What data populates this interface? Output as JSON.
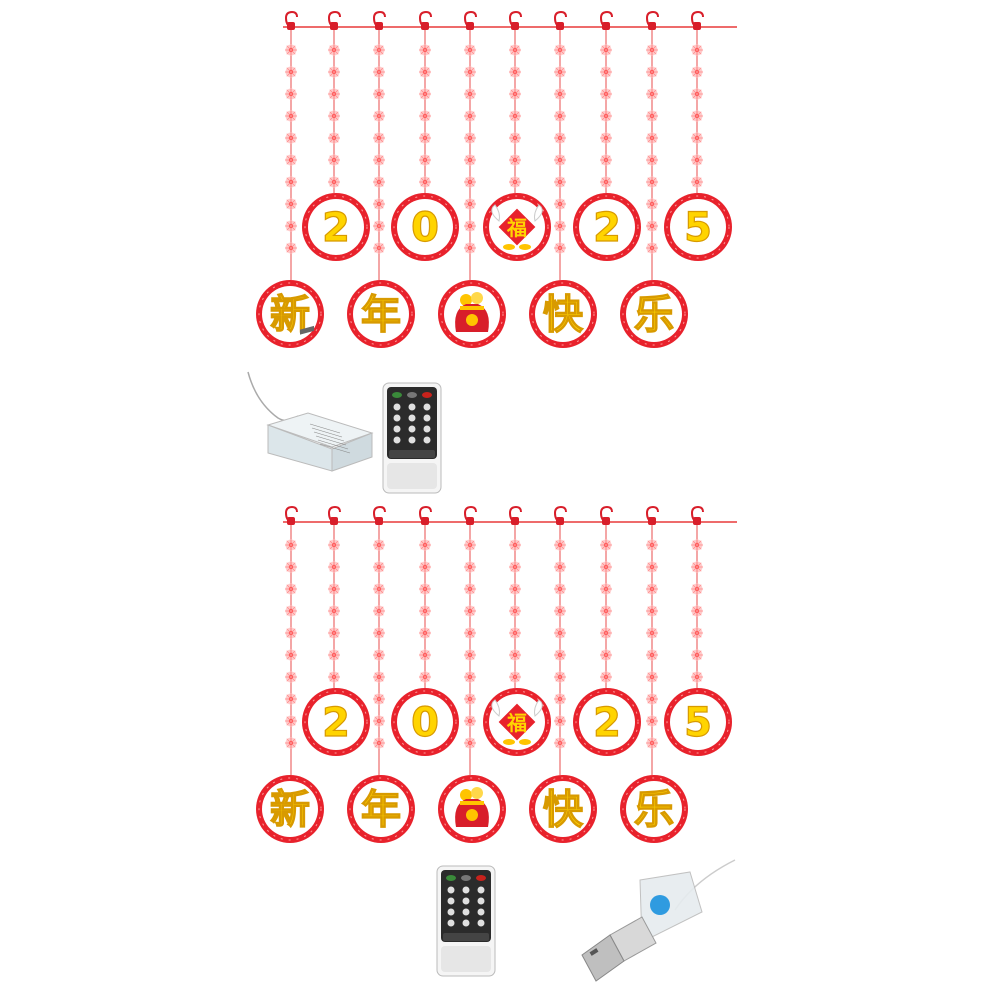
{
  "product": {
    "year_digits": [
      "2",
      "0",
      "",
      "2",
      "5"
    ],
    "greeting_chars": [
      "新",
      "年",
      "",
      "快",
      "乐"
    ],
    "fu_char": "福",
    "colors": {
      "ring_red": "#e8222c",
      "ring_dark": "#c8121c",
      "ring_inner": "#ffffff",
      "glyph_yellow": "#ffd400",
      "glyph_outline": "#d89a00",
      "wire": "#e83a3a",
      "bulb_glow": "#ff6a6a",
      "hook": "#d81e2a"
    },
    "strand_count": 10
  },
  "panels": [
    {
      "name": "battery-version",
      "accessories": [
        "battery-box",
        "remote"
      ]
    },
    {
      "name": "usb-version",
      "accessories": [
        "remote",
        "usb-plug"
      ]
    }
  ]
}
